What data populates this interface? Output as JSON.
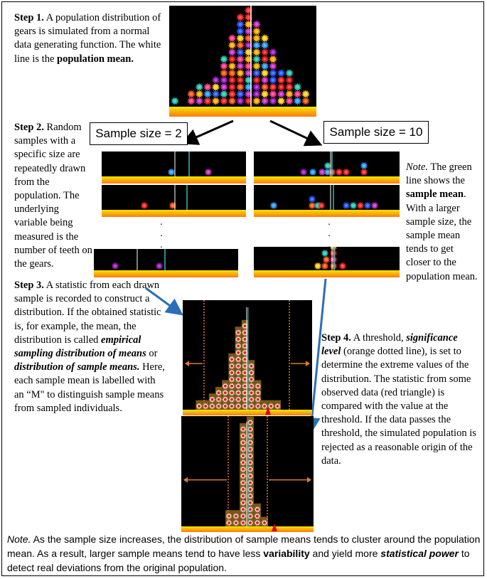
{
  "step1": {
    "label": "Step 1.",
    "text_a": " A population distribution of gears is simulated from a normal data generating function. The white line is the ",
    "bold": "population mean."
  },
  "step2": {
    "label": "Step 2.",
    "text": " Random samples with a specific size are repeatedly drawn from the population. The underlying variable being measured is the number of teeth on the gears."
  },
  "sample_size_2": "Sample size = 2",
  "sample_size_10": "Sample size = 10",
  "note_right": {
    "note": "Note.",
    "text_a": " The green line shows the ",
    "bold": "sample mean",
    "text_b": ". With a larger sample size, the sample mean tends to get closer to the population mean."
  },
  "step3": {
    "label": "Step 3.",
    "text_a": " A statistic from each drawn sample is recorded to construct a distribution. If the obtained statistic is, for example, the mean, the distribution is called ",
    "bi1": "empirical sampling distribution of means",
    "text_b": " or ",
    "bi2": "distribution of sample means.",
    "text_c": " Here, each sample mean is labelled with an “M\" to distinguish sample means from sampled individuals."
  },
  "step4": {
    "label": "Step 4.",
    "text_a": " A threshold, ",
    "bi": "significance level",
    "text_b": " (orange dotted line), is set to determine the extreme values of the distribution. The statistic from some observed data (red triangle) is compared with the value at the threshold. If the data passes the threshold, the simulated population is rejected as a reasonable origin of the data."
  },
  "note_bottom": {
    "note": "Note.",
    "text_a": " As the sample size increases, the distribution of sample means tends to cluster around the population mean. As a result, larger sample means tend to have less ",
    "bold": "variability",
    "text_b": " and yield more ",
    "bi": "statistical power",
    "text_c": " to detect real deviations from the original population."
  },
  "colors": {
    "panel_bg": "#000000",
    "bar_gradient_start": "#f2e500",
    "bar_gradient_end": "#ff7a10",
    "mean_line": "#ffffff",
    "sample_mean_line": "#3fb5b5",
    "threshold": "#e07a2a",
    "observed": "#e00000",
    "arrow_black": "#000000",
    "arrow_blue": "#2a6fb8"
  },
  "dots": "."
}
